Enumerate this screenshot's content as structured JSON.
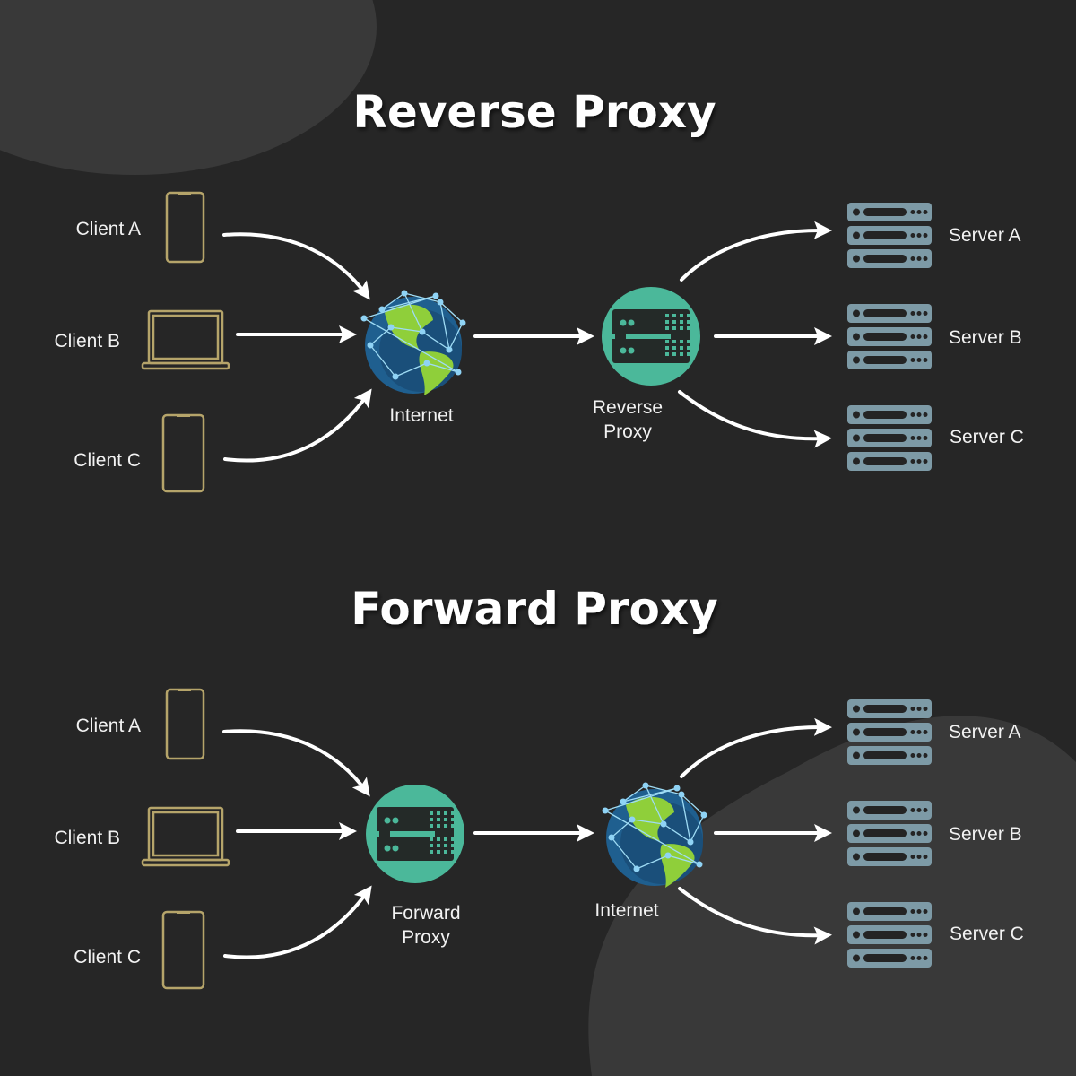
{
  "sections": [
    {
      "title": "Reverse Proxy",
      "clients": [
        "Client A",
        "Client B",
        "Client C"
      ],
      "middle": {
        "type": "globe",
        "label": [
          "Internet"
        ]
      },
      "hub": {
        "type": "proxy",
        "label": [
          "Reverse",
          "Proxy"
        ]
      },
      "servers": [
        "Server A",
        "Server B",
        "Server C"
      ]
    },
    {
      "title": "Forward Proxy",
      "clients": [
        "Client A",
        "Client B",
        "Client C"
      ],
      "middle": {
        "type": "proxy",
        "label": [
          "Forward",
          "Proxy"
        ]
      },
      "hub": {
        "type": "globe",
        "label": [
          "Internet"
        ]
      },
      "servers": [
        "Server A",
        "Server B",
        "Server C"
      ]
    }
  ],
  "colors": {
    "background": "#262626",
    "blob": "#393939",
    "device": "#b5a46a",
    "proxy": "#4bb89a",
    "server": "#7d9aa6",
    "globe": "#1f5f8f",
    "land": "#8fcf3a"
  }
}
